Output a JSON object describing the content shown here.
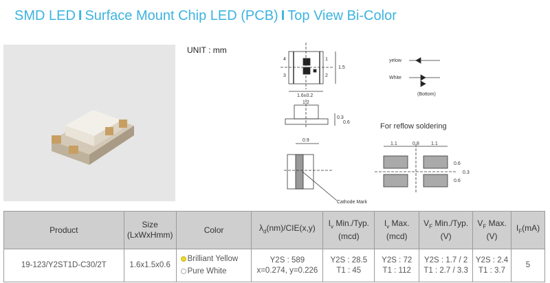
{
  "title": {
    "part1": "SMD LED",
    "part2": "Surface Mount Chip LED (PCB)",
    "part3": "Top View Bi-Color",
    "separator": "I"
  },
  "unit_label": "UNIT : mm",
  "drawing": {
    "dim_width": "1.6±0.2",
    "dim_height": "1.5",
    "dim_top": "1.2",
    "dim_side_a": "0.3",
    "dim_side_b": "0.6",
    "pins": [
      "1",
      "2",
      "3",
      "4"
    ],
    "yellow_label": "yelow",
    "white_label": "White",
    "circuit_note": "(Bottom)",
    "reflow_label": "For reflow soldering",
    "bottom_dim": "0.9",
    "bottom_pad_a": "0.6",
    "bottom_pad_b": "0.6",
    "cathode_mark": "Cathode Mark",
    "pad_dims": [
      "1.1",
      "0.8",
      "1.1"
    ],
    "pad_h1": "0.6",
    "pad_h2": "0.6",
    "pad_total": "0.3"
  },
  "table": {
    "headers": {
      "product": "Product",
      "size": "Size",
      "size_unit": "(LxWxHmm)",
      "color": "Color",
      "lambda": "λ",
      "lambda_sub": "d",
      "lambda_rest": "(nm)/CIE(x,y)",
      "iv_min": "I",
      "iv_min_sub": "v",
      "iv_min_rest": " Min./Typ.",
      "iv_min_unit": "(mcd)",
      "iv_max": "I",
      "iv_max_sub": "v",
      "iv_max_rest": " Max.",
      "iv_max_unit": "(mcd)",
      "vf_min": "V",
      "vf_min_sub": "F",
      "vf_min_rest": " Min./Typ.",
      "vf_min_unit": "(V)",
      "vf_max": "V",
      "vf_max_sub": "F",
      "vf_max_rest": " Max.",
      "vf_max_unit": "(V)",
      "if": "I",
      "if_sub": "F",
      "if_rest": "(mA)"
    },
    "row": {
      "product": "19-123/Y2ST1D-C30/2T",
      "size": "1.6x1.5x0.6",
      "colors": [
        {
          "name": "Brilliant Yellow",
          "swatch": "#e8d830"
        },
        {
          "name": "Pure White",
          "swatch": "#ffffff"
        }
      ],
      "lambda": [
        "Y2S : 589",
        "x=0.274, y=0.226"
      ],
      "iv_min": [
        "Y2S : 28.5",
        "T1 : 45"
      ],
      "iv_max": [
        "Y2S : 72",
        "T1 : 112"
      ],
      "vf_min": [
        "Y2S : 1.7 / 2",
        "T1 : 2.7 / 3.3"
      ],
      "vf_max": [
        "Y2S : 2.4",
        "T1 : 3.7"
      ],
      "if": "5"
    }
  }
}
